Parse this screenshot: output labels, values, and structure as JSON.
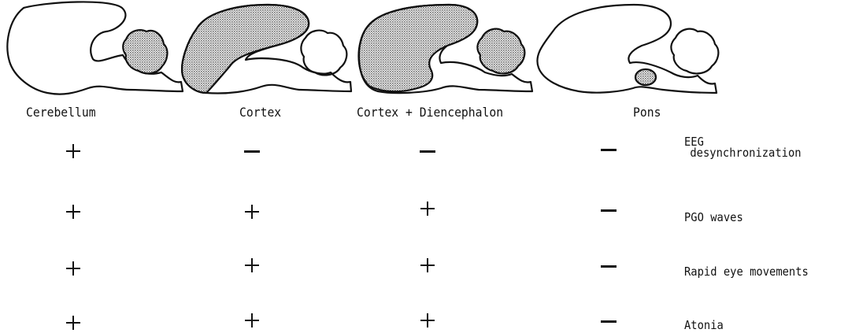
{
  "colors": {
    "outline": "#111111",
    "stipple": "#8a8a8a",
    "background": "#ffffff"
  },
  "columns": [
    {
      "label": "Cerebellum",
      "shaded_regions": [
        "cerebellum"
      ]
    },
    {
      "label": "Cortex",
      "shaded_regions": [
        "cortex"
      ]
    },
    {
      "label": "Cortex + Diencephalon",
      "shaded_regions": [
        "cortex",
        "diencephalon",
        "cerebellum"
      ]
    },
    {
      "label": "Pons",
      "shaded_regions": [
        "pons"
      ]
    }
  ],
  "rows": [
    {
      "label_lines": [
        "EEG",
        "desynchronization"
      ],
      "values": [
        "+",
        "−",
        "−",
        "−"
      ]
    },
    {
      "label_lines": [
        "PGO waves"
      ],
      "values": [
        "+",
        "+",
        "+",
        "−"
      ]
    },
    {
      "label_lines": [
        "Rapid eye movements"
      ],
      "values": [
        "+",
        "+",
        "+",
        "−"
      ]
    },
    {
      "label_lines": [
        "Atonia"
      ],
      "values": [
        "+",
        "+",
        "+",
        "−"
      ]
    }
  ]
}
